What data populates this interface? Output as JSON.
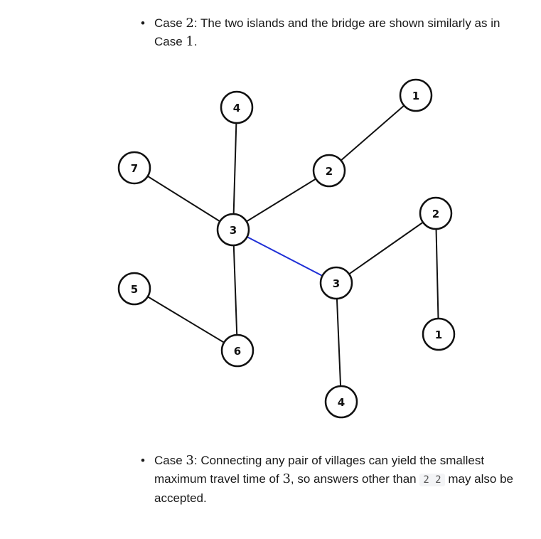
{
  "case2": {
    "bullet": "•",
    "pre": "Case ",
    "num": "2",
    "post": ": The two islands and the bridge are shown similarly as in",
    "line2_pre": "Case ",
    "line2_num": "1",
    "line2_post": "."
  },
  "case3": {
    "bullet": "•",
    "pre": "Case ",
    "num": "3",
    "mid": ": Connecting any pair of villages can yield the smallest maximum travel time of ",
    "num2": "3",
    "mid2": ", so answers other than ",
    "code": "2 2",
    "post": " may also be accepted."
  },
  "graph": {
    "edge_color": "#111111",
    "bridge_color": "#1f2fd6",
    "nodes": [
      {
        "id": "n4a",
        "label": "4"
      },
      {
        "id": "n1a",
        "label": "1"
      },
      {
        "id": "n7",
        "label": "7"
      },
      {
        "id": "n2a",
        "label": "2"
      },
      {
        "id": "n3a",
        "label": "3"
      },
      {
        "id": "n2b",
        "label": "2"
      },
      {
        "id": "n5",
        "label": "5"
      },
      {
        "id": "n3b",
        "label": "3"
      },
      {
        "id": "n1b",
        "label": "1"
      },
      {
        "id": "n6",
        "label": "6"
      },
      {
        "id": "n4b",
        "label": "4"
      }
    ],
    "edges": [
      {
        "from": "n3a",
        "to": "n4a",
        "bridge": false
      },
      {
        "from": "n3a",
        "to": "n7",
        "bridge": false
      },
      {
        "from": "n3a",
        "to": "n2a",
        "bridge": false
      },
      {
        "from": "n2a",
        "to": "n1a",
        "bridge": false
      },
      {
        "from": "n3a",
        "to": "n6",
        "bridge": false
      },
      {
        "from": "n6",
        "to": "n5",
        "bridge": false
      },
      {
        "from": "n3a",
        "to": "n3b",
        "bridge": true
      },
      {
        "from": "n3b",
        "to": "n2b",
        "bridge": false
      },
      {
        "from": "n2b",
        "to": "n1b",
        "bridge": false
      },
      {
        "from": "n3b",
        "to": "n4b",
        "bridge": false
      }
    ]
  }
}
